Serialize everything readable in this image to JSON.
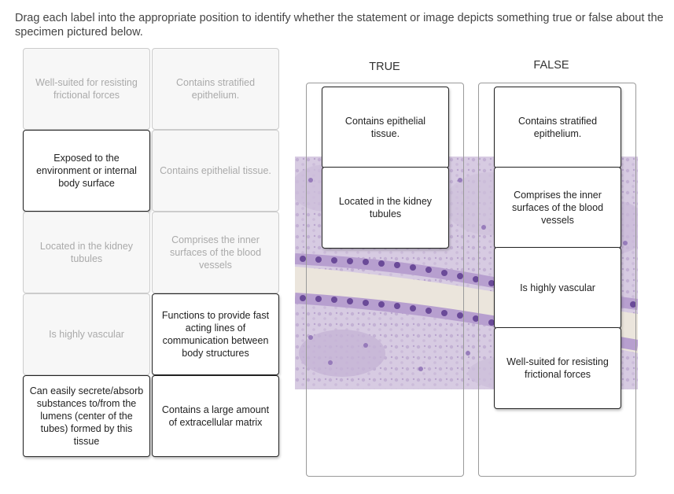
{
  "instructions": "Drag each label into the appropriate position to identify whether the statement or image depicts something true or false about the specimen pictured below.",
  "bank": [
    {
      "label": "Well-suited for resisting frictional forces",
      "state": "used"
    },
    {
      "label": "Contains stratified epithelium.",
      "state": "used"
    },
    {
      "label": "Exposed to the environment or internal body surface",
      "state": "active"
    },
    {
      "label": "Contains epithelial tissue.",
      "state": "used"
    },
    {
      "label": "Located in the kidney tubules",
      "state": "used"
    },
    {
      "label": "Comprises the inner surfaces of the blood vessels",
      "state": "used"
    },
    {
      "label": "Is highly vascular",
      "state": "used"
    },
    {
      "label": "Functions to provide fast acting lines of communication between body structures",
      "state": "active"
    },
    {
      "label": "Can easily secrete/absorb substances to/from the lumens (center of the tubes) formed by this tissue",
      "state": "active"
    },
    {
      "label": "Contains a large amount of extracellular matrix",
      "state": "active"
    }
  ],
  "true_column": {
    "heading": "TRUE",
    "items": [
      "Contains epithelial tissue.",
      "Located in the kidney tubules"
    ]
  },
  "false_column": {
    "heading": "FALSE",
    "items": [
      "Contains stratified epithelium.",
      "Comprises the inner surfaces of the blood vessels",
      "Is highly vascular",
      "Well-suited for resisting frictional forces"
    ]
  },
  "colors": {
    "tissue_background": "#d9cde3",
    "nuclei": "#5b3a86",
    "lumen": "#ebe5dc"
  }
}
